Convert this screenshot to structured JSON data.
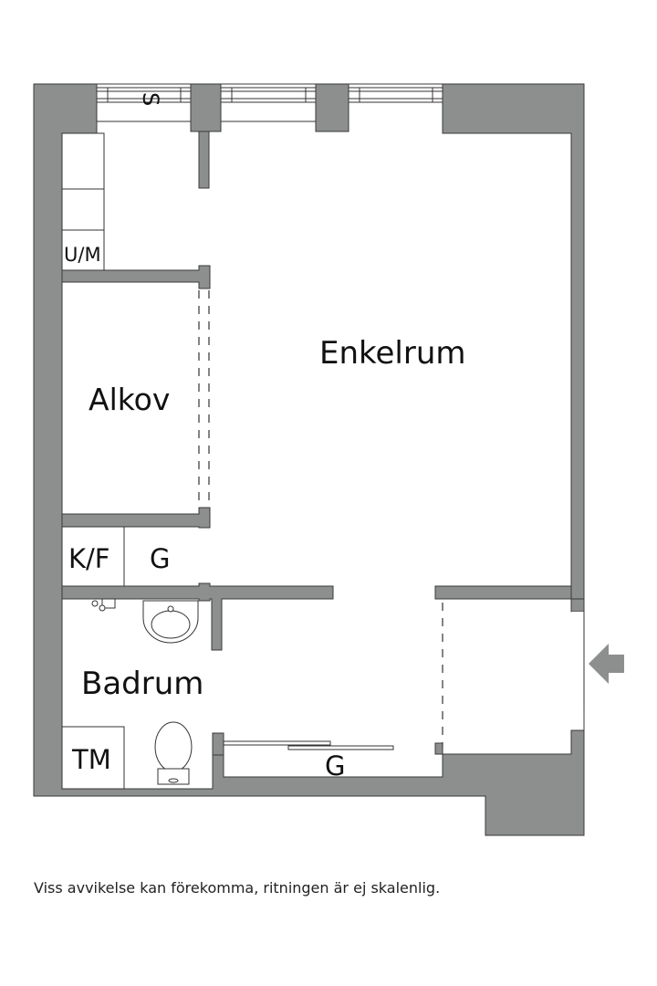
{
  "colors": {
    "wall": "#8c8f8e",
    "wall_outline": "#3a3a3a",
    "fixture_line": "#333333",
    "floor": "#ffffff"
  },
  "rooms": {
    "enkelrum": "Enkelrum",
    "alkov": "Alkov",
    "badrum": "Badrum"
  },
  "fixtures": {
    "um": "U/M",
    "kf": "K/F",
    "g_closet": "G",
    "g_wardrobe": "G",
    "tm": "TM",
    "s_radiator": "S"
  },
  "entrance_icon": "arrow-left-icon",
  "disclaimer": "Viss avvikelse kan förekomma, ritningen är ej skalenlig."
}
